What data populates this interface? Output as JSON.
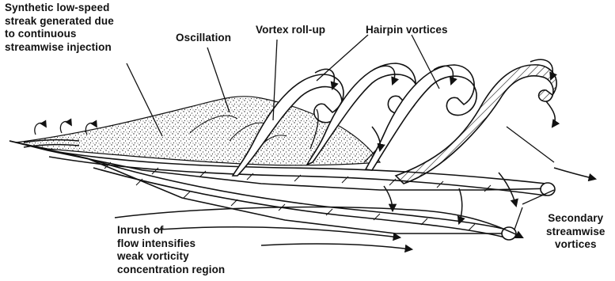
{
  "labels": {
    "streak": [
      "Synthetic low-speed",
      "streak generated due",
      "to continuous",
      "streamwise injection"
    ],
    "oscillation": "Oscillation",
    "rollup": "Vortex roll-up",
    "hairpin": "Hairpin vortices",
    "inrush": [
      "Inrush of",
      "flow intensifies",
      "weak vorticity",
      "concentration region"
    ],
    "secondary": [
      "Secondary",
      "streamwise",
      "vortices"
    ]
  },
  "colors": {
    "ink": "#111111",
    "paper": "#ffffff"
  }
}
